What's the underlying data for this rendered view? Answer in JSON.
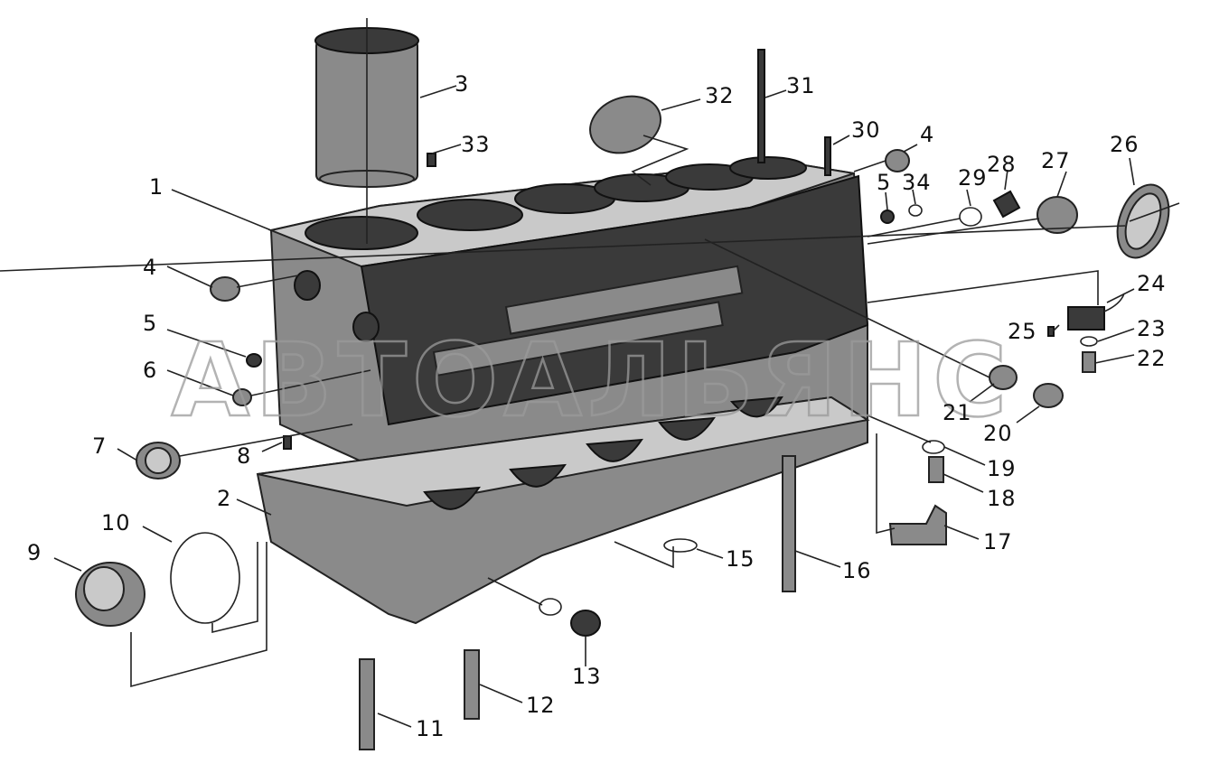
{
  "watermark": "АВТОАЛЬЯНС",
  "callouts": {
    "c1": "1",
    "c2": "2",
    "c3": "3",
    "c4a": "4",
    "c4b": "4",
    "c5a": "5",
    "c5b": "5",
    "c6": "6",
    "c7": "7",
    "c8": "8",
    "c9": "9",
    "c10": "10",
    "c11": "11",
    "c12": "12",
    "c13": "13",
    "c15": "15",
    "c16": "16",
    "c17": "17",
    "c18": "18",
    "c19": "19",
    "c20": "20",
    "c21": "21",
    "c22": "22",
    "c23": "23",
    "c24": "24",
    "c25": "25",
    "c26": "26",
    "c27": "27",
    "c28": "28",
    "c29": "29",
    "c30": "30",
    "c31": "31",
    "c32": "32",
    "c33": "33",
    "c34": "34"
  }
}
